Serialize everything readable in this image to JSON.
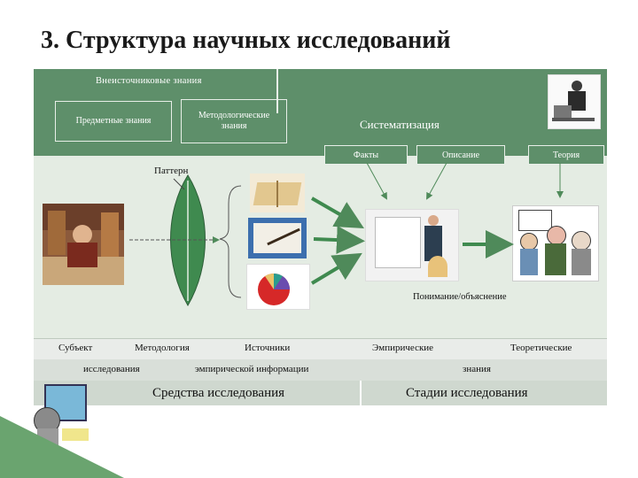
{
  "slide": {
    "title": "3. Структура научных исследований"
  },
  "top": {
    "extra_source_knowledge": "Внеисточниковые знания",
    "subject_knowledge": "Предметные знания",
    "methodological_knowledge": "Методологические знания",
    "systematization": "Систематизация",
    "facts": "Факты",
    "description": "Описание",
    "theory": "Теория"
  },
  "middle": {
    "pattern": "Паттерн",
    "understanding": "Понимание/объяснение"
  },
  "bottom": {
    "subject_line1": "Субъект",
    "subject_line2": "исследования",
    "methodology": "Методология",
    "sources_line1": "Источники",
    "sources_line2": "эмпирической информации",
    "empirical": "Эмпирические",
    "theoretical": "Теоретические",
    "knowledge": "знания",
    "means_of_research": "Средства исследования",
    "stages_of_research": "Стадии исследования"
  },
  "colors": {
    "green_dark": "#5e8f6a",
    "panel_light": "#e4ece3",
    "arrow_green": "#4f8a5a"
  },
  "icons": [
    "person-at-computer-photo",
    "researcher-with-books-photo",
    "books-photo",
    "writing-pen-photo",
    "pie-chart-image",
    "presenter-at-flipchart-photo",
    "cartoon-scientists-image",
    "cartoon-cat-at-computer-image"
  ]
}
